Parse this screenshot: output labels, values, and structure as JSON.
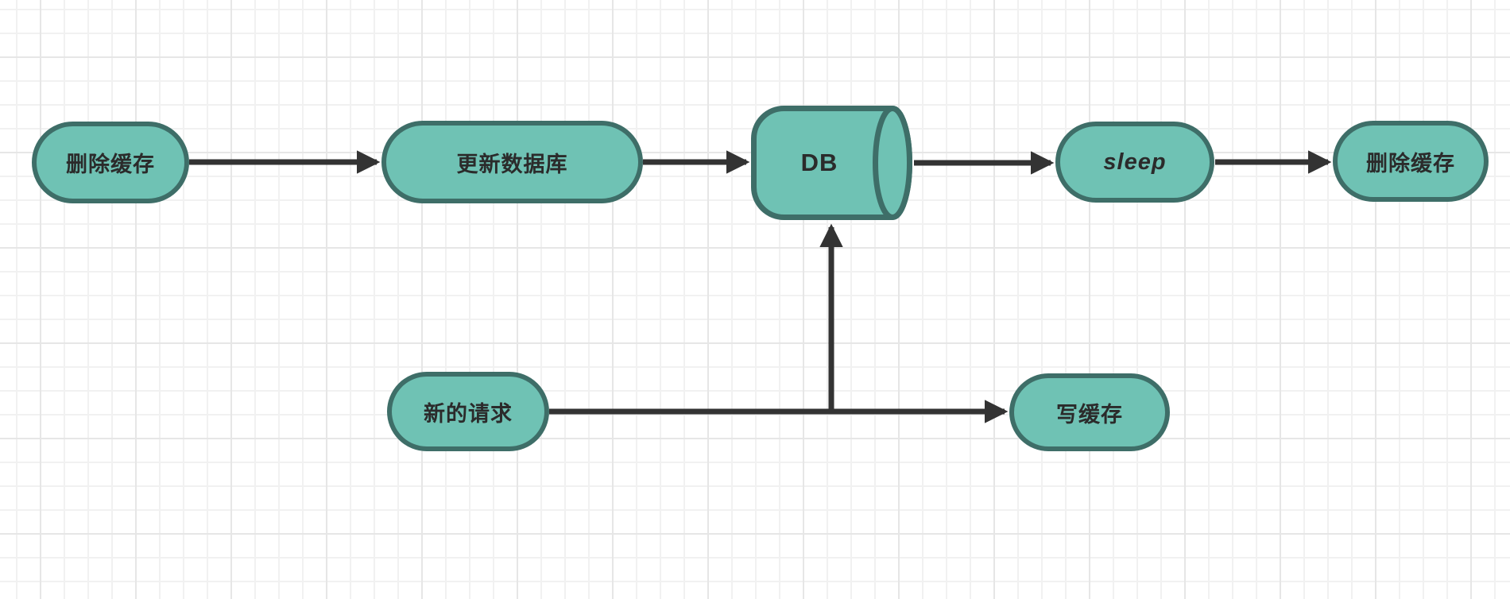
{
  "diagram": {
    "kind": "flowchart",
    "background": "square-grid",
    "nodes": {
      "delete_cache_1": {
        "label": "删除缓存",
        "shape": "rounded-pill"
      },
      "update_database": {
        "label": "更新数据库",
        "shape": "rounded-pill"
      },
      "db": {
        "label": "DB",
        "shape": "horizontal-cylinder"
      },
      "sleep": {
        "label": "sleep",
        "shape": "rounded-pill",
        "text_style": "bold-italic"
      },
      "delete_cache_2": {
        "label": "删除缓存",
        "shape": "rounded-pill"
      },
      "new_request": {
        "label": "新的请求",
        "shape": "rounded-pill"
      },
      "write_cache": {
        "label": "写缓存",
        "shape": "rounded-pill"
      }
    },
    "edges": [
      {
        "from": "delete_cache_1",
        "to": "update_database",
        "style": "solid-arrow"
      },
      {
        "from": "update_database",
        "to": "db",
        "style": "solid-arrow"
      },
      {
        "from": "db",
        "to": "sleep",
        "style": "solid-arrow"
      },
      {
        "from": "sleep",
        "to": "delete_cache_2",
        "style": "solid-arrow"
      },
      {
        "from": "new_request",
        "to": "write_cache",
        "style": "solid-arrow"
      },
      {
        "from": "new_request",
        "to": "db",
        "style": "solid-arrow-elbow-up"
      }
    ],
    "colors": {
      "node_fill": "#6FC2B4",
      "node_stroke": "#3E6E68",
      "edge": "#333333",
      "label": "#2B2B2B",
      "canvas": "#FFFFFF",
      "grid_minor": "#F1F1F1",
      "grid_major": "#E6E6E6"
    }
  }
}
